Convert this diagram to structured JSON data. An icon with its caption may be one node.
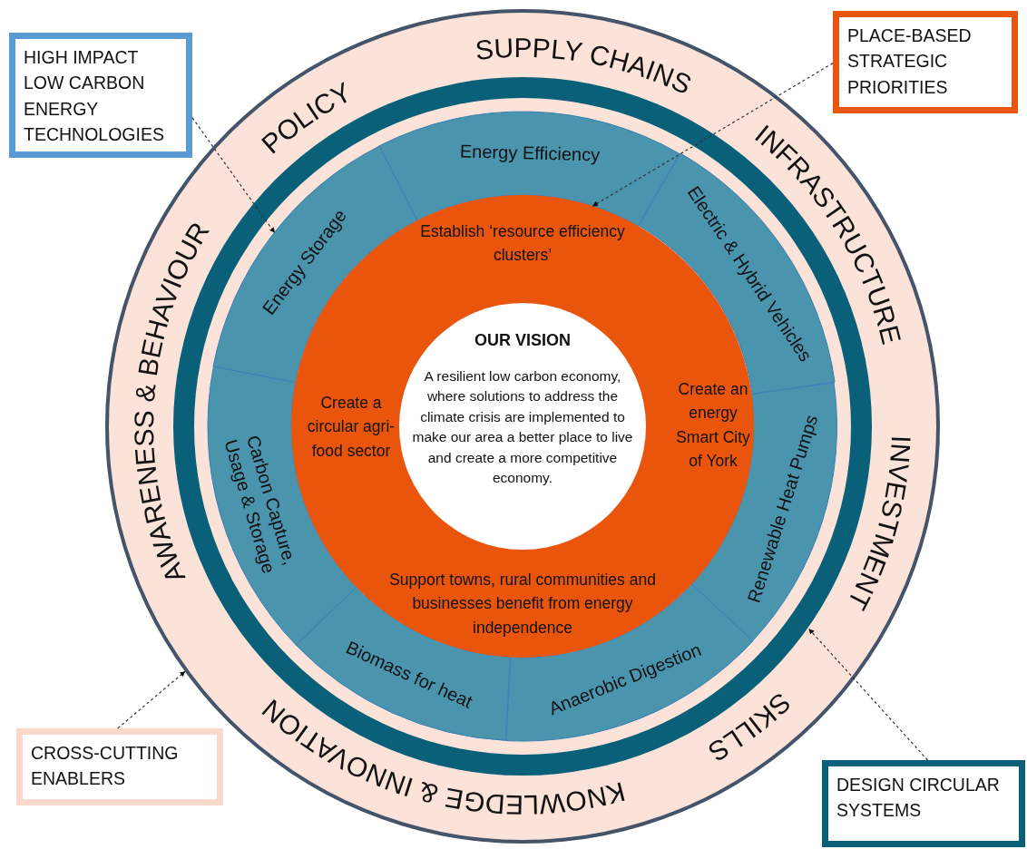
{
  "diagram": {
    "nodes": [
      {
        "text": [
          "POLICY",
          "SUPPLY CHAINS",
          "INFRASTRUCTURE",
          "AWARENESS & BEHAVIOUR",
          "INVESTMENT",
          "KNOWLEDGE & INNOVATION",
          "SKILLS"
        ]
      },
      {
        "text": [
          "Energy Efficiency"
        ],
        "in": 0
      },
      {
        "text": [
          "Electric & Hybrid Vehicles"
        ],
        "in": 0
      },
      {
        "text": [
          "Renewable Heat Pumps"
        ],
        "in": 0
      },
      {
        "text": [
          "Anaerobic Digestion"
        ],
        "in": 0
      },
      {
        "text": [
          "Biomass for heat"
        ],
        "in": 0
      },
      {
        "text": [
          "Carbon Capture, Usage & Storage"
        ],
        "in": 0
      },
      {
        "text": [
          "Energy Storage"
        ],
        "in": 0
      },
      {
        "text": [
          "Establish ‘resource efficiency clusters’",
          "Create a circular agri-food sector",
          "Create an energy Smart City of York",
          "Support towns, rural communities and businesses benefit from energy independence"
        ],
        "in": 0
      },
      {
        "text": [
          "OUR VISION",
          "A resilient low carbon economy, where solutions to address the climate crisis are implemented to make our area a better place to live and create a more competitive economy."
        ],
        "in": 8
      },
      {
        "text": [
          "HIGH IMPACT LOW CARBON ENERGY TECHNOLOGIES"
        ]
      },
      {
        "text": [
          "PLACE-BASED STRATEGIC PRIORITIES"
        ]
      },
      {
        "text": [
          "CROSS-CUTTING ENABLERS"
        ]
      },
      {
        "text": [
          "DESIGN CIRCULAR SYSTEMS"
        ]
      }
    ],
    "edges": [
      {
        "from": 10,
        "to": 7,
        "arrow": "to",
        "style": "dashed"
      },
      {
        "from": 11,
        "to": 8,
        "arrow": "to",
        "style": "dashed"
      },
      {
        "from": 12,
        "to": 0,
        "arrow": "to",
        "style": "dashed"
      },
      {
        "from": 13,
        "to": null,
        "arrow": "to",
        "style": "dashed"
      }
    ]
  }
}
